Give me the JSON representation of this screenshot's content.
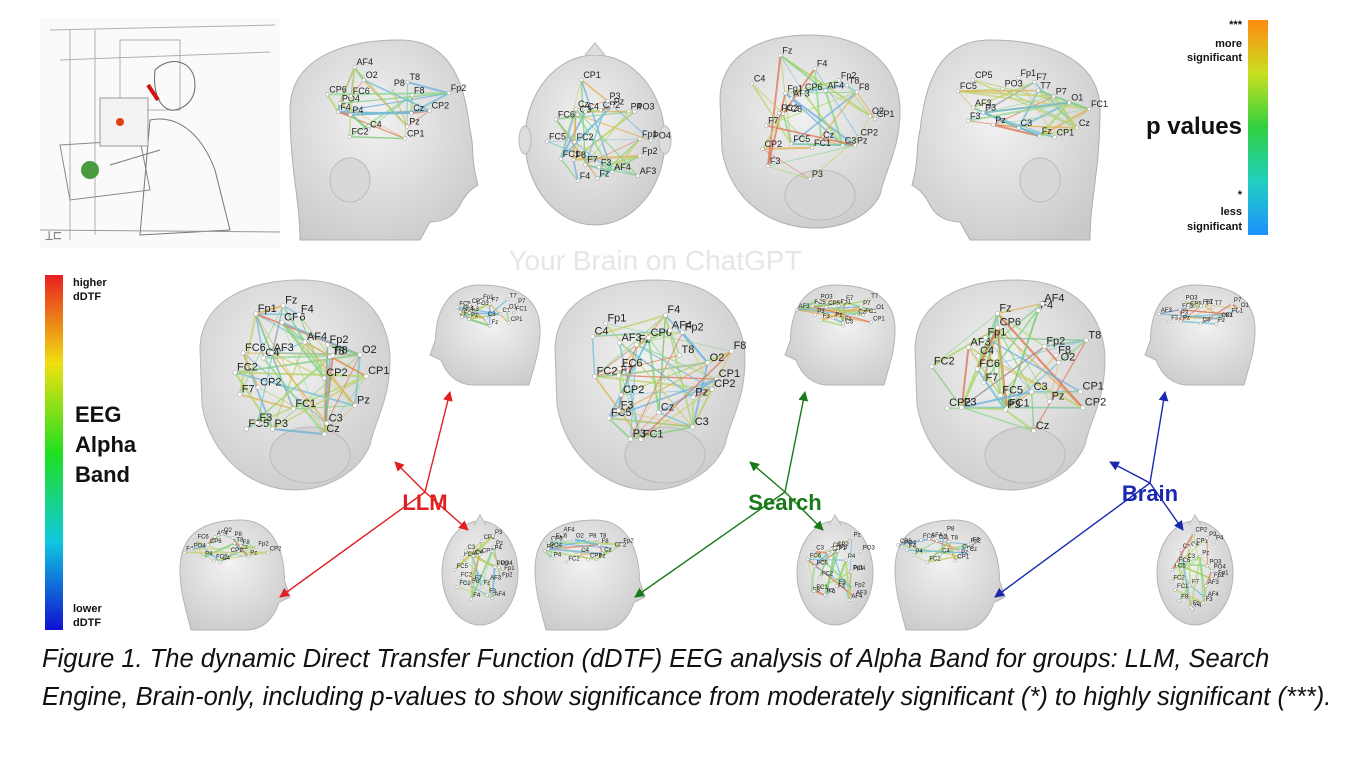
{
  "watermark": "Your Brain on ChatGPT",
  "pvalue_legend": {
    "title": "p values",
    "top_stars": "***",
    "top_line1": "more",
    "top_line2": "significant",
    "bottom_stars": "*",
    "bottom_line1": "less",
    "bottom_line2": "significant"
  },
  "ddtf_legend": {
    "top_line1": "higher",
    "top_line2": "dDTF",
    "title_line1": "EEG",
    "title_line2": "Alpha",
    "title_line3": "Band",
    "bottom_line1": "lower",
    "bottom_line2": "dDTF"
  },
  "groups": [
    {
      "label": "LLM",
      "color": "#e02020"
    },
    {
      "label": "Search",
      "color": "#1a7a1a"
    },
    {
      "label": "Brain",
      "color": "#1a28b0"
    }
  ],
  "logo_text": "",
  "electrodes": {
    "side_left": [
      "CP2",
      "Cz",
      "Pz",
      "CP1",
      "C4",
      "FC2",
      "P4",
      "F4",
      "PO4",
      "CP6",
      "FC6",
      "AF4",
      "O2",
      "P8",
      "T8",
      "F8",
      "Fp2"
    ],
    "side_right": [
      "FC1",
      "Cz",
      "CP1",
      "Fz",
      "C3",
      "Pz",
      "F3",
      "P3",
      "AF3",
      "FC5",
      "CP5",
      "PO3",
      "Fp1",
      "F7",
      "T7",
      "P7",
      "O1"
    ],
    "top": [
      "Fp1",
      "Fp2",
      "AF3",
      "AF4",
      "F3",
      "Fz",
      "F4",
      "F7",
      "F8",
      "FC1",
      "FC2",
      "FC5",
      "FC6",
      "C3",
      "Cz",
      "C4",
      "CP1",
      "CP2",
      "P3",
      "Pz",
      "P4",
      "PO3",
      "PO4"
    ],
    "front": [
      "CP1",
      "CP2",
      "Pz",
      "C3",
      "Cz",
      "FC1",
      "P3",
      "FC5",
      "F3",
      "CP2",
      "F7",
      "FC2",
      "FC6",
      "C4",
      "AF3",
      "Fp1",
      "Fz",
      "CP6",
      "F4",
      "AF4",
      "Fp2",
      "T8",
      "F8",
      "O2"
    ]
  },
  "caption": "Figure 1. The dynamic Direct Transfer Function (dDTF) EEG analysis of Alpha Band for groups: LLM, Search Engine, Brain-only, including p-values to show significance from moderately significant (*) to highly significant (***)."
}
